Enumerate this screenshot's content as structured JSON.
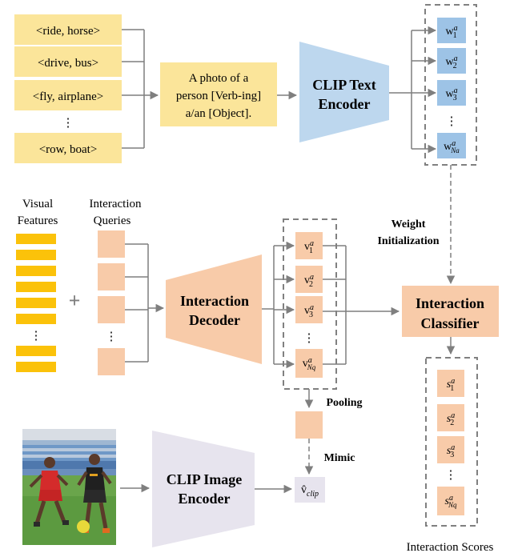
{
  "triplets": [
    "<ride, horse>",
    "<drive, bus>",
    "<fly, airplane>",
    "⋮",
    "<row, boat>"
  ],
  "prompt": [
    "A photo of a",
    "person [Verb-ing]",
    "a/an [Object]."
  ],
  "clip_text_encoder": [
    "CLIP Text",
    "Encoder"
  ],
  "text_weights": [
    {
      "base": "w",
      "sup": "a",
      "sub": "1"
    },
    {
      "base": "w",
      "sup": "a",
      "sub": "2"
    },
    {
      "base": "w",
      "sup": "a",
      "sub": "3"
    },
    {
      "base": "⋮",
      "sup": "",
      "sub": ""
    },
    {
      "base": "w",
      "sup": "a",
      "sub": "Na"
    }
  ],
  "visual_features_label": [
    "Visual",
    "Features"
  ],
  "interaction_queries_label": [
    "Interaction",
    "Queries"
  ],
  "plus": "+",
  "ellipsis": "⋮",
  "interaction_decoder": [
    "Interaction",
    "Decoder"
  ],
  "decoder_outputs": [
    {
      "base": "v",
      "sup": "a",
      "sub": "1"
    },
    {
      "base": "v",
      "sup": "a",
      "sub": "2"
    },
    {
      "base": "v",
      "sup": "a",
      "sub": "3"
    },
    {
      "base": "⋮",
      "sup": "",
      "sub": ""
    },
    {
      "base": "v",
      "sup": "a",
      "sub": "Nq"
    }
  ],
  "weight_initialization": [
    "Weight",
    "Initialization"
  ],
  "interaction_classifier": [
    "Interaction",
    "Classifier"
  ],
  "scores": [
    {
      "base": "s",
      "sup": "a",
      "sub": "1"
    },
    {
      "base": "s",
      "sup": "a",
      "sub": "2"
    },
    {
      "base": "s",
      "sup": "a",
      "sub": "3"
    },
    {
      "base": "⋮",
      "sup": "",
      "sub": ""
    },
    {
      "base": "s",
      "sup": "a",
      "sub": "Nq"
    }
  ],
  "interaction_scores_label": "Interaction Scores",
  "pooling": "Pooling",
  "mimic": "Mimic",
  "v_clip": {
    "base": "v̂",
    "sub": "clip"
  },
  "clip_image_encoder": [
    "CLIP Image",
    "Encoder"
  ],
  "colors": {
    "yellow_box": "#fbe59a",
    "gold_feature": "#fbc20a",
    "salmon": "#f8cba9",
    "blue_enc": "#bdd7ee",
    "blue_token": "#9dc3e6",
    "lavender": "#e7e4ee",
    "arrow": "#7f7f7f",
    "dash": "#808080"
  }
}
